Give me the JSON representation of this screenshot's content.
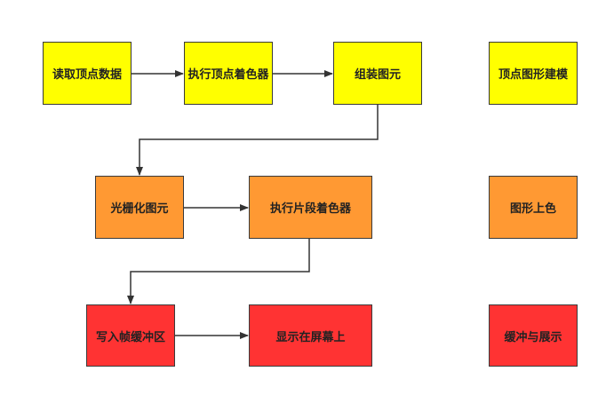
{
  "nodes": {
    "read_vertex": "读取顶点数据",
    "vertex_shader": "执行顶点着色器",
    "assemble": "组装图元",
    "rasterize": "光栅化图元",
    "fragment_shader": "执行片段着色器",
    "framebuffer": "写入帧缓冲区",
    "display": "显示在屏幕上"
  },
  "legend": {
    "modeling": "顶点图形建模",
    "coloring": "图形上色",
    "buffer_display": "缓冲与展示"
  },
  "colors": {
    "yellow": "#ffff00",
    "orange": "#ff9933",
    "red": "#ff3333",
    "border": "#3a3a3a",
    "arrow": "#333333"
  }
}
